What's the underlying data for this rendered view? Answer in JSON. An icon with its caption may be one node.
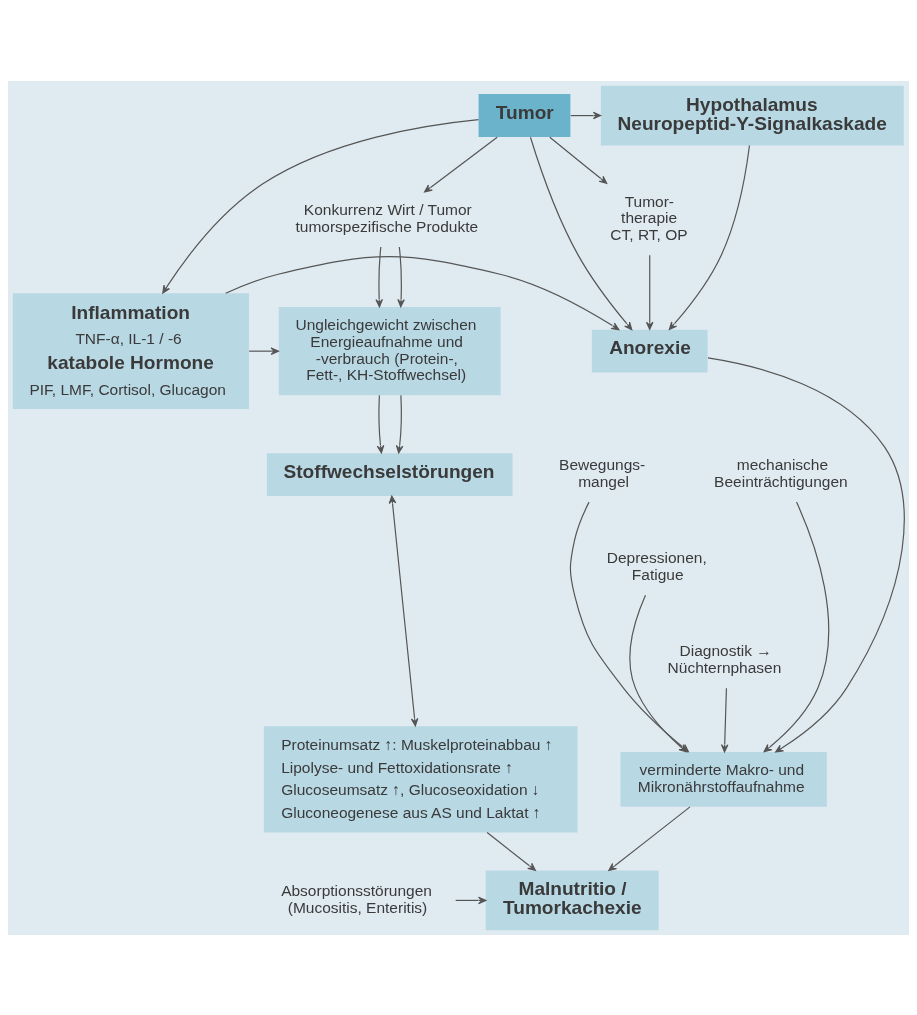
{
  "diagram": {
    "nodes": [
      {
        "text": [
          "Tumor"
        ]
      },
      {
        "text": [
          "Hypothalamus Neuropeptid-Y-Signalkaskade"
        ]
      },
      {
        "text": [
          "Tumor- therapie CT, RT, OP"
        ]
      },
      {
        "text": [
          "Konkurrenz Wirt / Tumor tumorspezifische Produkte"
        ]
      },
      {
        "text": [
          "Anorexie"
        ]
      },
      {
        "text": [
          "Inflammation",
          "TNF-α, IL-1 / -6",
          "katabole Hormone",
          "PIF, LMF, Cortisol, Glucagon"
        ]
      },
      {
        "text": [
          "Ungleichgewicht zwischen Energieaufnahme und -verbrauch (Protein-, Fett-, KH-Stoffwechsel)"
        ]
      },
      {
        "text": [
          "Bewegungs- mangel"
        ]
      },
      {
        "text": [
          "mechanische Beeinträchtigungen"
        ]
      },
      {
        "text": [
          "Stoffwechselstörungen"
        ]
      },
      {
        "text": [
          "Depressionen, Fatigue"
        ]
      },
      {
        "text": [
          "Diagnostik → Nüchternphasen"
        ]
      },
      {
        "text": [
          "Proteinumsatz ↑: Muskelproteinabbau ↑",
          "Lipolyse- und Fettoxidationsrate ↑",
          "Glucoseumsatz ↑, Glucoseoxidation ↓",
          "Gluconeogenese aus AS und Laktat ↑"
        ]
      },
      {
        "text": [
          "verminderte Makro- und Mikronährstoffaufnahme"
        ]
      },
      {
        "text": [
          "Malnutritio / Tumorkachexie"
        ]
      },
      {
        "text": [
          "Absorptionsstörungen (Mucositis, Enteritis)"
        ]
      }
    ],
    "edges": [
      {
        "from": 0,
        "to": 1,
        "arrow": "to"
      },
      {
        "from": 0,
        "to": 2,
        "arrow": "to"
      },
      {
        "from": 0,
        "to": 4,
        "arrow": "to"
      },
      {
        "from": 0,
        "to": 5,
        "arrow": "to"
      },
      {
        "from": 0,
        "to": 3,
        "arrow": "to"
      },
      {
        "from": 1,
        "to": 4,
        "arrow": "to"
      },
      {
        "from": 2,
        "to": 4,
        "arrow": "to"
      },
      {
        "from": 5,
        "to": 4,
        "arrow": "to"
      },
      {
        "from": 5,
        "to": 6,
        "arrow": "to"
      },
      {
        "from": 3,
        "to": 6,
        "arrow": "to"
      },
      {
        "from": 3,
        "to": 6,
        "arrow": "to"
      },
      {
        "from": 6,
        "to": 9,
        "arrow": "to"
      },
      {
        "from": 6,
        "to": 9,
        "arrow": "to"
      },
      {
        "from": 9,
        "to": 12,
        "arrow": "both"
      },
      {
        "from": 7,
        "to": 13,
        "arrow": "to"
      },
      {
        "from": 10,
        "to": 13,
        "arrow": "to"
      },
      {
        "from": 4,
        "to": 13,
        "arrow": "to"
      },
      {
        "from": 8,
        "to": 13,
        "arrow": "to"
      },
      {
        "from": 11,
        "to": 13,
        "arrow": "to"
      },
      {
        "from": 13,
        "to": 14,
        "arrow": "to"
      },
      {
        "from": 15,
        "to": 14,
        "arrow": "to"
      },
      {
        "from": 12,
        "to": 14,
        "arrow": "to"
      }
    ]
  }
}
